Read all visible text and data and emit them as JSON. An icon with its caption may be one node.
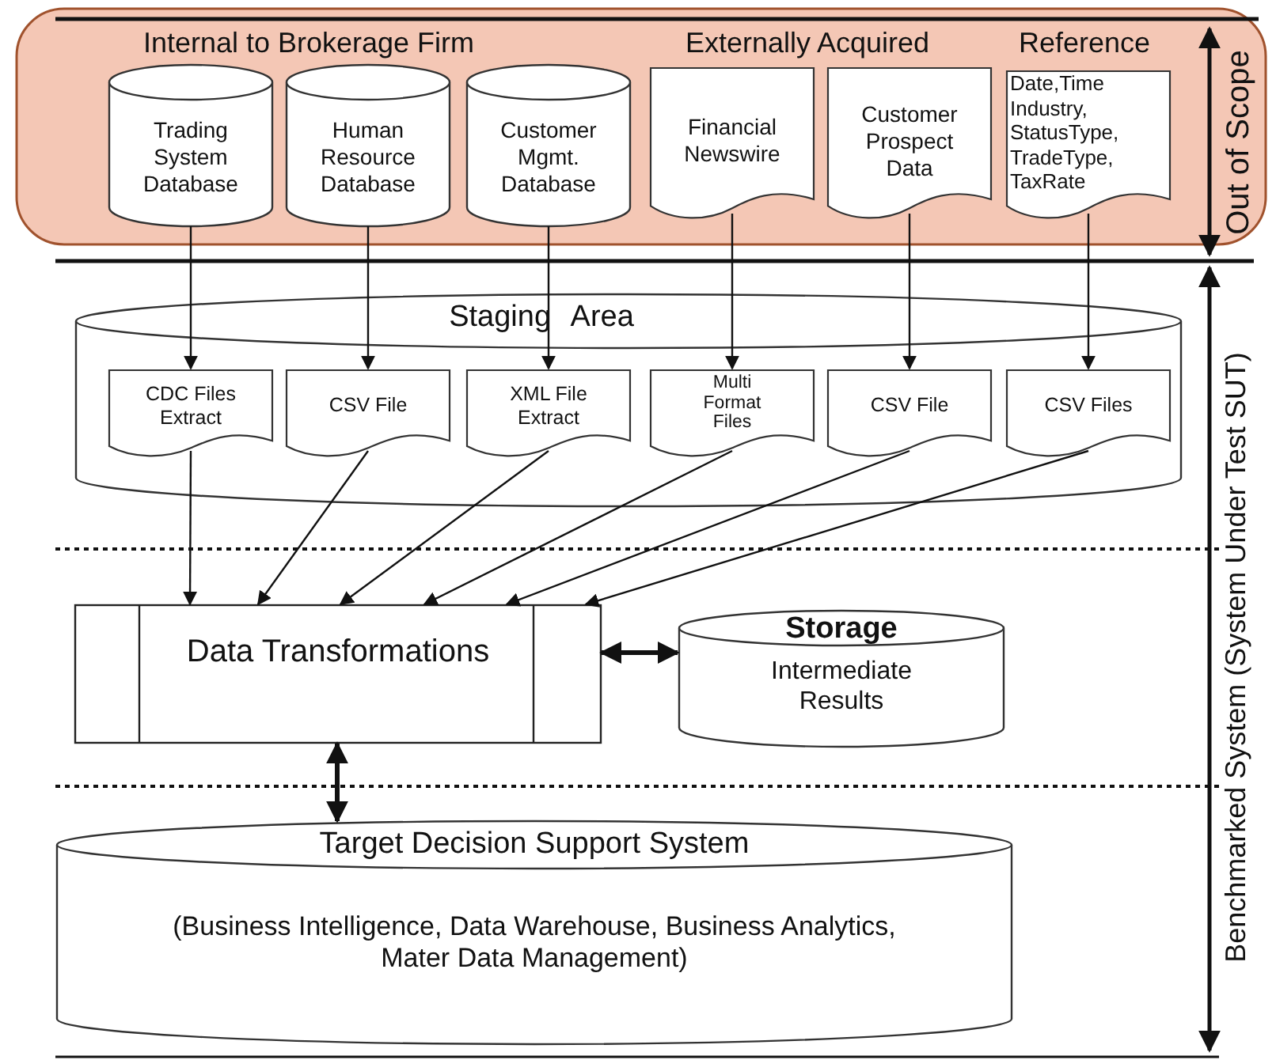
{
  "diagram": {
    "nodes": [
      {
        "text": [
          "Out of Scope"
        ]
      },
      {
        "text": [
          "Trading System Database"
        ],
        "in": 0
      },
      {
        "text": [
          "Human Resource Database"
        ],
        "in": 0
      },
      {
        "text": [
          "Customer Mgmt. Database"
        ],
        "in": 0
      },
      {
        "text": [
          "Financial Newswire"
        ],
        "in": 0
      },
      {
        "text": [
          "Customer Prospect Data"
        ],
        "in": 0
      },
      {
        "text": [
          "Date,Time Industry, StatusType, TradeType, TaxRate"
        ],
        "in": 0
      },
      {
        "text": [
          "Staging Area"
        ]
      },
      {
        "text": [
          "CDC Files Extract"
        ],
        "in": 7
      },
      {
        "text": [
          "CSV File"
        ],
        "in": 7
      },
      {
        "text": [
          "XML File Extract"
        ],
        "in": 7
      },
      {
        "text": [
          "Multi Format Files"
        ],
        "in": 7
      },
      {
        "text": [
          "CSV File"
        ],
        "in": 7
      },
      {
        "text": [
          "CSV Files"
        ],
        "in": 7
      },
      {
        "text": [
          "Data Transformations"
        ]
      },
      {
        "text": [
          "Storage",
          "Intermediate Results"
        ]
      },
      {
        "text": [
          "Target Decision Support System",
          "(Business Intelligence, Data Warehouse, Business Analytics, Mater Data Management)"
        ]
      }
    ],
    "edges": [
      {
        "from": 1,
        "to": 8,
        "arrow": "to"
      },
      {
        "from": 2,
        "to": 9,
        "arrow": "to"
      },
      {
        "from": 3,
        "to": 10,
        "arrow": "to"
      },
      {
        "from": 4,
        "to": 11,
        "arrow": "to"
      },
      {
        "from": 5,
        "to": 12,
        "arrow": "to"
      },
      {
        "from": 6,
        "to": 13,
        "arrow": "to"
      },
      {
        "from": 8,
        "to": 14,
        "arrow": "to"
      },
      {
        "from": 9,
        "to": 14,
        "arrow": "to"
      },
      {
        "from": 10,
        "to": 14,
        "arrow": "to"
      },
      {
        "from": 11,
        "to": 14,
        "arrow": "to"
      },
      {
        "from": 12,
        "to": 14,
        "arrow": "to"
      },
      {
        "from": 13,
        "to": 14,
        "arrow": "to"
      },
      {
        "from": 14,
        "to": 15,
        "arrow": "both",
        "style": "thick"
      },
      {
        "from": 14,
        "to": 16,
        "arrow": "both",
        "style": "thick"
      }
    ],
    "labels": [
      "Internal to Brokerage Firm",
      "Externally Acquired",
      "Reference",
      "Benchmarked System (System Under Test SUT)"
    ]
  }
}
